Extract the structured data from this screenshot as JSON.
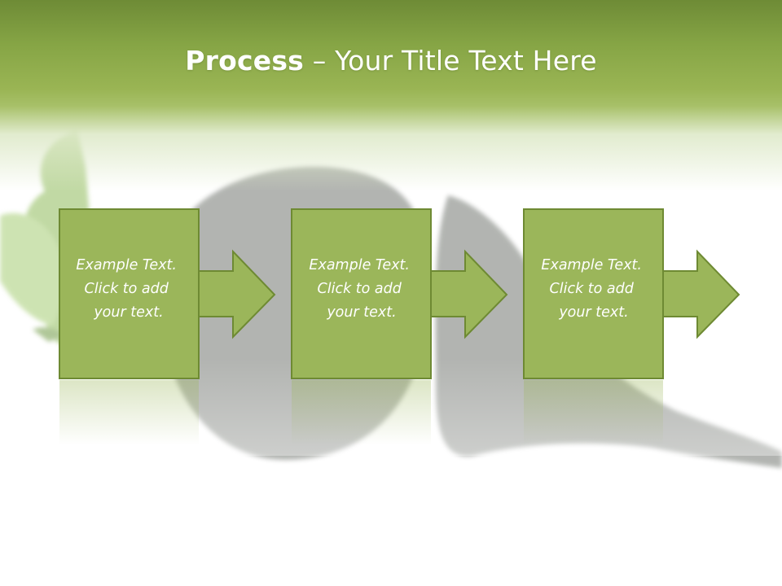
{
  "slide": {
    "title_strong": "Process",
    "title_rest": " – Your Title Text Here"
  },
  "steps": [
    {
      "lines": [
        "Example Text.",
        "Click  to add",
        "your text."
      ]
    },
    {
      "lines": [
        "Example Text.",
        "Click  to add",
        "your text."
      ]
    },
    {
      "lines": [
        "Example Text.",
        "Click  to add",
        "your text."
      ]
    }
  ],
  "colors": {
    "header_dark": "#6e8b36",
    "header_light": "#a7c068",
    "box_fill": "#9bb65a",
    "box_border": "#6e8a33",
    "text": "#ffffff"
  }
}
